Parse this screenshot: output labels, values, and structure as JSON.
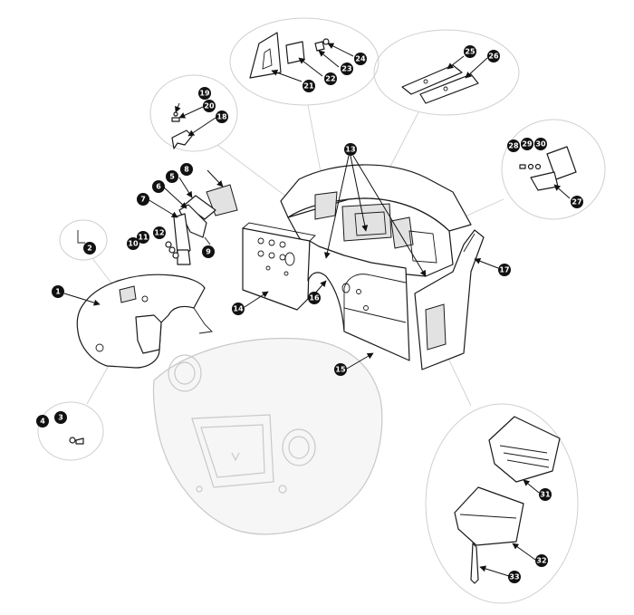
{
  "callouts": [
    "1",
    "2",
    "3",
    "4",
    "5",
    "6",
    "7",
    "8",
    "9",
    "10",
    "11",
    "12",
    "13",
    "14",
    "15",
    "16",
    "17",
    "18",
    "19",
    "20",
    "21",
    "22",
    "23",
    "24",
    "25",
    "26",
    "27",
    "28",
    "29",
    "30",
    "31",
    "32",
    "33"
  ],
  "colors": {
    "line": "#1a1a1a",
    "ghost": "#c8c8c8",
    "callout": "#111111",
    "background": "#ffffff"
  }
}
